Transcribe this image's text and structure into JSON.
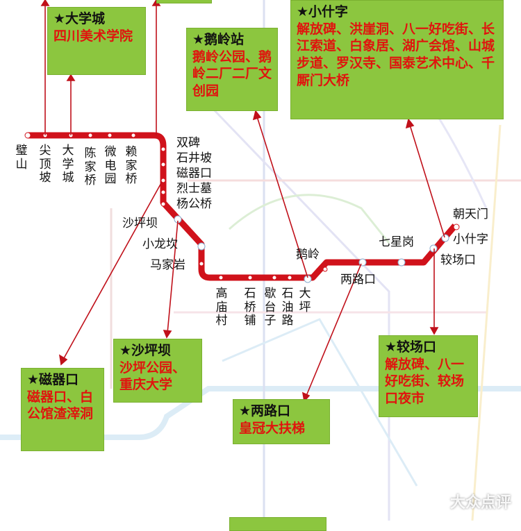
{
  "line_color": "#d0121b",
  "box_color": "#8cc63f",
  "stations": {
    "bishan": "璧山",
    "jiandingpo": "尖顶坡",
    "daxuecheng": "大学城",
    "chenjiaqiao": "陈家桥",
    "weidianyuan": "微电园",
    "laijiaqiao": "赖家桥",
    "shuangbei": "双碑",
    "shijingpo": "石井坡",
    "ciqikou": "磁器口",
    "lieshimu": "烈士墓",
    "yanggongqiao": "杨公桥",
    "shapingba": "沙坪坝",
    "xiaolongkan": "小龙坎",
    "majiayan": "马家岩",
    "gaomiaocun": "高庙村",
    "shiqiaopu": "石桥铺",
    "xietaizi": "歇台子",
    "shiyoulu": "石油路",
    "daping": "大坪",
    "eling": "鹅岭",
    "lianglukou": "两路口",
    "qixinggang": "七星岗",
    "jiaochangkou": "较场口",
    "xiaoshizi": "小什字",
    "chaotianmen": "朝天门"
  },
  "boxes": {
    "daxuecheng": {
      "title": "★大学城",
      "desc": "四川美术学院"
    },
    "eling": {
      "title": "★鹅岭站",
      "desc": "鹅岭公园、鹅岭二厂二厂文创园"
    },
    "xiaoshizi": {
      "title": "★小什字",
      "desc": "解放碑、洪崖洞、八一好吃街、长江索道、白象居、湖广会馆、山城步道、罗汉寺、国泰艺术中心、千厮门大桥"
    },
    "ciqikou": {
      "title": "★磁器口",
      "desc": "磁器口、白公馆渣滓洞"
    },
    "shapingba": {
      "title": "★沙坪坝",
      "desc": "沙坪公园、重庆大学"
    },
    "lianglukou": {
      "title": "★两路口",
      "desc": "皇冠大扶梯"
    },
    "jiaochangkou": {
      "title": "★较场口",
      "desc": "解放碑、八一好吃街、较场口夜市"
    }
  },
  "watermark": "大众点评"
}
